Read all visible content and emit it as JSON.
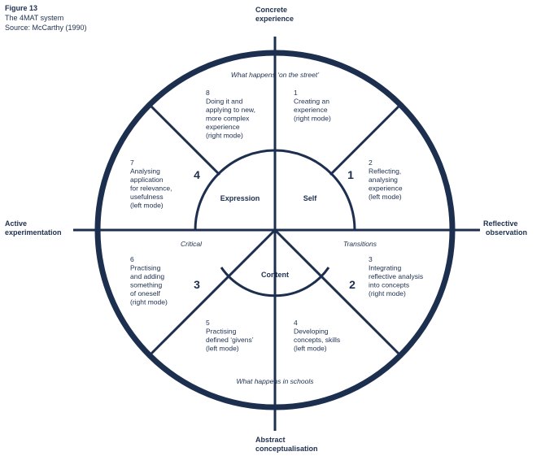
{
  "figure": {
    "label": "Figure 13",
    "title": "The 4MAT system",
    "source": "Source: McCarthy (1990)"
  },
  "axes": {
    "top": [
      "Concrete",
      "experience"
    ],
    "bottom": [
      "Abstract",
      "conceptualisation"
    ],
    "left": [
      "Active",
      "experimentation"
    ],
    "right": [
      "Reflective",
      "observation"
    ]
  },
  "hemispheres": {
    "top": "What happens ‘on the street’",
    "bottom": "What happens in schools"
  },
  "center_labels": {
    "expression": "Expression",
    "self": "Self",
    "content": "Content"
  },
  "side_labels": {
    "critical": "Critical",
    "transitions": "Transitions"
  },
  "quadrant_numbers": {
    "q1": "1",
    "q2": "2",
    "q3": "3",
    "q4": "4"
  },
  "segments": [
    {
      "id": "s1",
      "lines": [
        "1",
        "Creating an",
        "experience",
        "(right mode)"
      ]
    },
    {
      "id": "s2",
      "lines": [
        "2",
        "Reflecting,",
        "analysing",
        "experience",
        "(left mode)"
      ]
    },
    {
      "id": "s3",
      "lines": [
        "3",
        "Integrating",
        "reflective analysis",
        "into concepts",
        "(right mode)"
      ]
    },
    {
      "id": "s4",
      "lines": [
        "4",
        "Developing",
        "concepts, skills",
        "(left mode)"
      ]
    },
    {
      "id": "s5",
      "lines": [
        "5",
        "Practising",
        "defined ‘givens’",
        "(left mode)"
      ]
    },
    {
      "id": "s6",
      "lines": [
        "6",
        "Practising",
        "and adding",
        "something",
        "of oneself",
        "(right mode)"
      ]
    },
    {
      "id": "s7",
      "lines": [
        "7",
        "Analysing",
        "application",
        "for relevance,",
        "usefulness",
        "(left mode)"
      ]
    },
    {
      "id": "s8",
      "lines": [
        "8",
        "Doing it and",
        "applying to new,",
        "more complex",
        "experience",
        "(right mode)"
      ]
    }
  ],
  "colors": {
    "stroke": "#1d2f4f",
    "text": "#1d2f4f"
  }
}
